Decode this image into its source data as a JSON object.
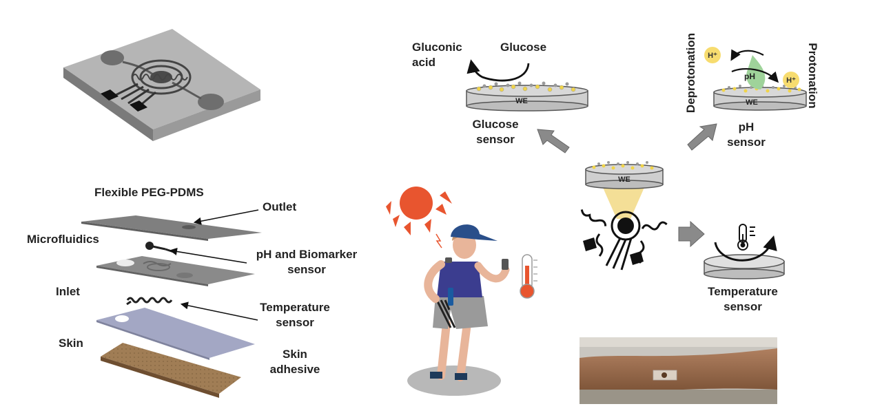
{
  "labels": {
    "flexible": "Flexible PEG-PDMS",
    "outlet": "Outlet",
    "microfluidics": "Microfluidics",
    "ph_biomarker": "pH and Biomarker\nsensor",
    "inlet": "Inlet",
    "temperature_layer": "Temperature\nsensor",
    "skin": "Skin",
    "skin_adhesive": "Skin\nadhesive",
    "gluconic_acid": "Gluconic\nacid",
    "glucose": "Glucose",
    "glucose_sensor": "Glucose\nsensor",
    "deprotonation": "Deprotonation",
    "protonation": "Protonation",
    "ph_sensor": "pH\nsensor",
    "temperature_sensor": "Temperature\nsensor"
  },
  "electrode_label": "WE",
  "ph_droplet": "pH",
  "proton": "H⁺",
  "colors": {
    "sun": "#e8552f",
    "proton": "#f7dc6f",
    "droplet": "#9fd39a",
    "cone": "#f3dc8c",
    "skin_layer": "#9a8064",
    "membrane": "#a3a7c4",
    "pdms": "#8c8c8c"
  },
  "icons": [
    "sun-icon",
    "thermometer-icon",
    "temperature-rotation-icon"
  ]
}
